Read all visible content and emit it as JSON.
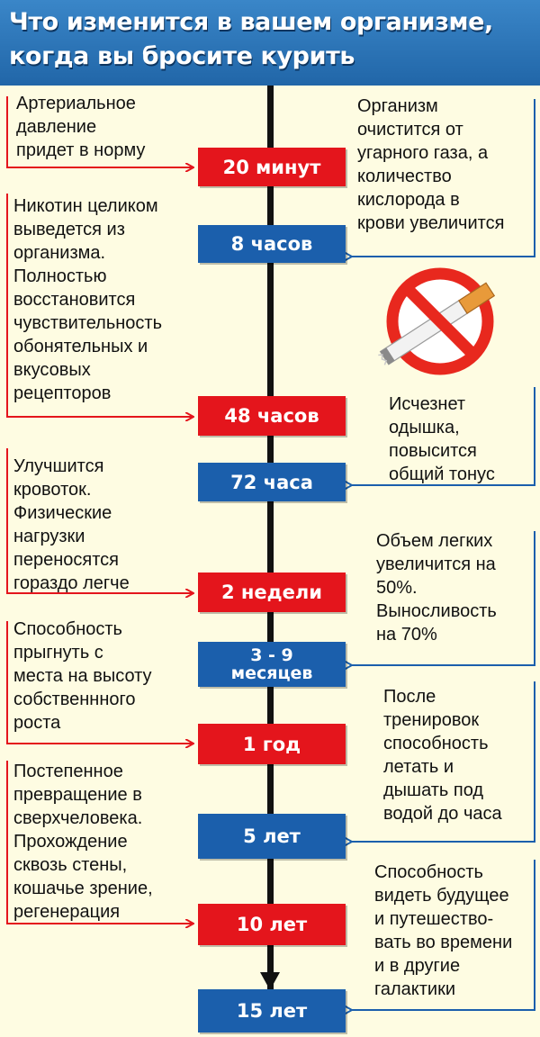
{
  "header": {
    "title_line1": "Что изменится в вашем организме,",
    "title_line2": "когда вы бросите курить"
  },
  "colors": {
    "red": "#e4151c",
    "blue": "#1b5fac",
    "background": "#fefce2",
    "header": "#2a6fb3"
  },
  "timeline": [
    {
      "label": "20 минут",
      "color": "red"
    },
    {
      "label": "8 часов",
      "color": "blue"
    },
    {
      "label": "48 часов",
      "color": "red"
    },
    {
      "label": "72 часа",
      "color": "blue"
    },
    {
      "label": "2 недели",
      "color": "red"
    },
    {
      "label_line1": "3 - 9",
      "label_line2": "месяцев",
      "color": "blue"
    },
    {
      "label": "1 год",
      "color": "red"
    },
    {
      "label": "5 лет",
      "color": "blue"
    },
    {
      "label": "10 лет",
      "color": "red"
    },
    {
      "label": "15 лет",
      "color": "blue"
    }
  ],
  "left_notes": [
    {
      "lines": [
        "Артериальное",
        "давление",
        "придет в норму"
      ],
      "target": "20 минут"
    },
    {
      "lines": [
        "Никотин целиком",
        "выведется из",
        "организма.",
        "Полностью",
        "восстановится",
        "чувствительность",
        "обонятельных и",
        "вкусовых",
        "рецепторов"
      ],
      "target": "48 часов"
    },
    {
      "lines": [
        "Улучшится",
        "кровоток.",
        "Физические",
        "нагрузки",
        "переносятся",
        "гораздо легче"
      ],
      "target": "2 недели"
    },
    {
      "lines": [
        "Способность",
        "прыгнуть с",
        "места на высоту",
        "собственнного",
        "роста"
      ],
      "target": "1 год"
    },
    {
      "lines": [
        "Постепенное",
        "превращение в",
        "сверхчеловека.",
        "Прохождение",
        "сквозь стены,",
        "кошачье зрение,",
        "регенерация"
      ],
      "target": "10 лет"
    }
  ],
  "right_notes": [
    {
      "lines": [
        "Организм",
        "очистится от",
        "угарного газа, а",
        "количество",
        "кислорода в",
        "крови увеличится"
      ],
      "target": "8 часов"
    },
    {
      "lines": [
        "Исчезнет",
        "одышка,",
        "повысится",
        "общий тонус"
      ],
      "target": "72 часа"
    },
    {
      "lines": [
        "Объем легких",
        "увеличится на",
        "50%.",
        "Выносливость",
        "на 70%"
      ],
      "target": "3 - 9 месяцев"
    },
    {
      "lines": [
        "После",
        "тренировок",
        "способность",
        "летать и",
        "дышать под",
        "водой до часа"
      ],
      "target": "5 лет"
    },
    {
      "lines": [
        "Способность",
        "видеть будущее",
        "и путешество-",
        "вать во времени",
        "и в другие",
        "галактики"
      ],
      "target": "15 лет"
    }
  ],
  "icons": {
    "no_smoking": "no-smoking-icon"
  }
}
